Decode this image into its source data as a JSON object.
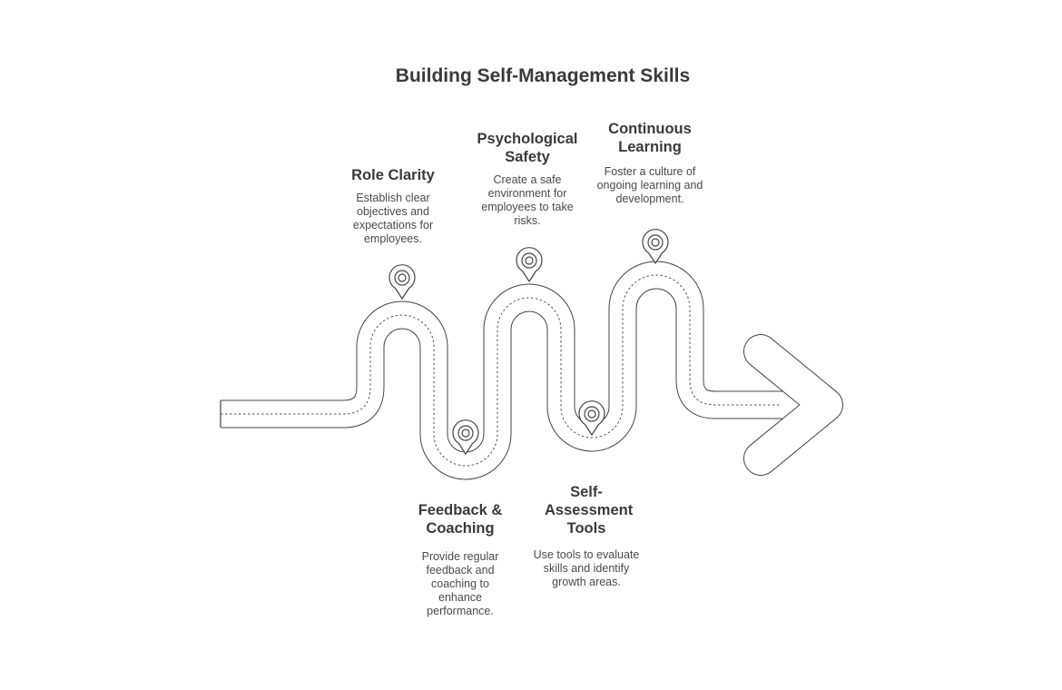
{
  "diagram": {
    "title": "Building Self-Management Skills",
    "steps": [
      {
        "id": "role-clarity",
        "heading": "Role Clarity",
        "description": "Establish clear objectives and expectations for employees."
      },
      {
        "id": "feedback-coaching",
        "heading": "Feedback & Coaching",
        "description": "Provide regular feedback and coaching to enhance performance."
      },
      {
        "id": "psychological-safety",
        "heading": "Psychological Safety",
        "description": "Create a safe environment for employees to take risks."
      },
      {
        "id": "self-assessment-tools",
        "heading": "Self-Assessment Tools",
        "description": "Use tools to evaluate skills and identify growth areas."
      },
      {
        "id": "continuous-learning",
        "heading": "Continuous Learning",
        "description": "Foster a culture of ongoing learning and development."
      }
    ],
    "colors": {
      "stroke": "#444444",
      "road_fill": "#ffffff",
      "text": "#3a3a3a"
    },
    "icon": "map-pin-icon"
  }
}
